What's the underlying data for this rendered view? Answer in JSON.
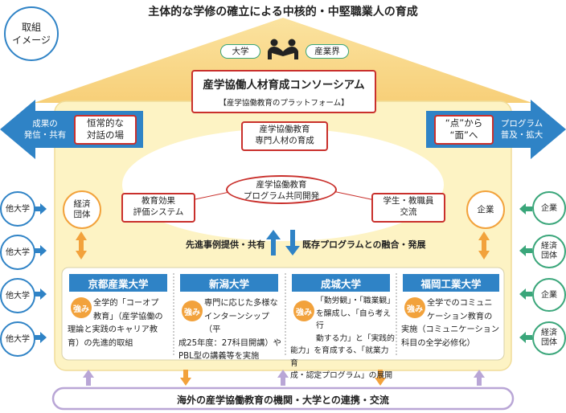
{
  "title": "主体的な学修の確立による中核的・中堅職業人の育成",
  "image_badge": [
    "取組",
    "イメージ"
  ],
  "roof": {
    "left_tag": "大学",
    "right_tag": "産業界",
    "consortium_title": "産学協働人材育成コンソーシアム",
    "consortium_sub": "【産学協働教育のプラットフォーム】"
  },
  "left_arrow": {
    "label": [
      "成果の",
      "発信・共有"
    ],
    "box": [
      "恒常的な",
      "対話の場"
    ]
  },
  "right_arrow": {
    "box": [
      "“点”から",
      "“面”へ"
    ],
    "label": [
      "プログラム",
      "普及・拡大"
    ]
  },
  "center_top": [
    "産学協働教育",
    "専門人材の育成"
  ],
  "oval": [
    "産学協働教育",
    "プログラム共同開発"
  ],
  "left_sys": [
    "教育効果",
    "評価システム"
  ],
  "right_sys": [
    "学生・教職員",
    "交流"
  ],
  "left_circle": [
    "経済",
    "団体"
  ],
  "right_circle": "企業",
  "mid_left": "先進事例提供・共有",
  "mid_right": "既存プログラムとの融合・発展",
  "left_others": [
    "他大学",
    "他大学",
    "他大学",
    "他大学"
  ],
  "right_others": [
    [
      "企業"
    ],
    [
      "経済",
      "団体"
    ],
    [
      "企業"
    ],
    [
      "経済",
      "団体"
    ]
  ],
  "strength_label": "強み",
  "universities": [
    {
      "name": "京都産業大学",
      "lines": [
        "全学的「コーオプ",
        "教育」（産学協働の",
        "理論と実践のキャリア教",
        "育）の先進的取組"
      ]
    },
    {
      "name": "新潟大学",
      "lines": [
        "専門に応じた多様な",
        "インターンシップ（平",
        "成25年度：27科目開講）や",
        "PBL型の講義等を実施"
      ]
    },
    {
      "name": "成城大学",
      "lines": [
        "「勤労観」・「職業観」",
        "を醸成し、「自ら考え行",
        "動する力」と「実践的",
        "能力」を育成する、「就業力育",
        "成・認定プログラム」の展開"
      ]
    },
    {
      "name": "福岡工業大学",
      "lines": [
        "全学でのコミュニ",
        "ケーション教育の",
        "実施（コミュニケーション",
        "科目の全学必修化）"
      ]
    }
  ],
  "bottom_bar": "海外の産学協働教育の機関・大学との連携・交流",
  "colors": {
    "blue": "#2f83c6",
    "orange": "#f2a23c",
    "cream": "#fdf3c4",
    "red": "#c9302c",
    "purple": "#b9a6d6",
    "green": "#3aa67a"
  }
}
